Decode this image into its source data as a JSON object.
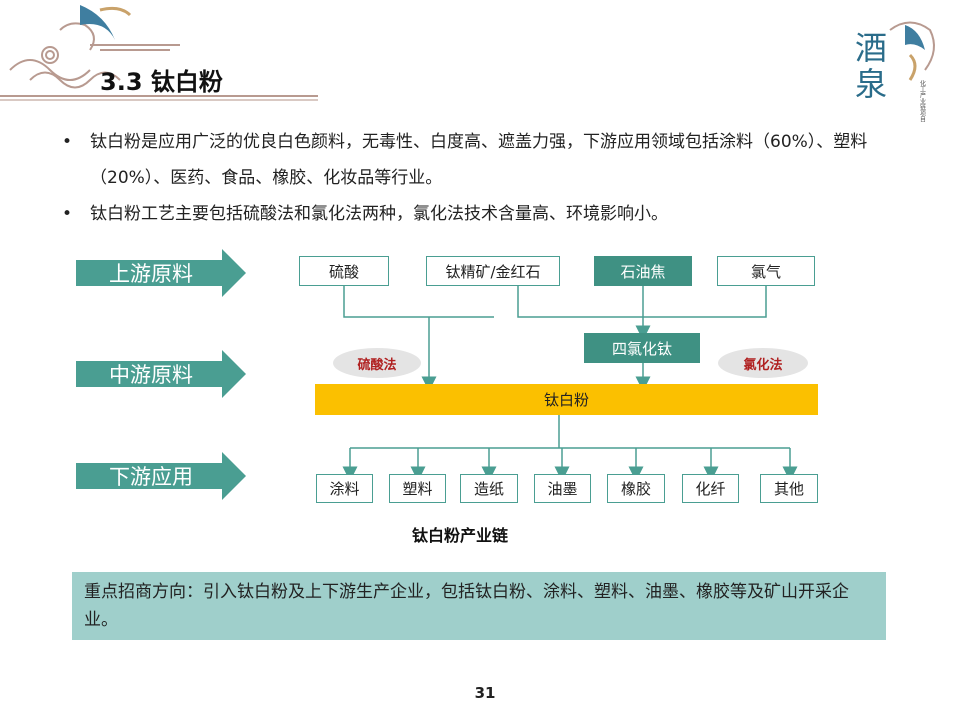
{
  "slide": {
    "title": "3.3 钛白粉",
    "bullets": [
      "钛白粉是应用广泛的优良白色颜料，无毒性、白度高、遮盖力强，下游应用领域包括涂料（60%）、塑料（20%）、医药、食品、橡胶、化妆品等行业。",
      "钛白粉工艺主要包括硫酸法和氯化法两种，氯化法技术含量高、环境影响小。"
    ],
    "bullet_marker": "•",
    "caption": "钛白粉产业链",
    "note": "重点招商方向：引入钛白粉及上下游生产企业，包括钛白粉、涂料、塑料、油墨、橡胶等及矿山开采企业。",
    "page_number": "31",
    "logo_text": "酒泉"
  },
  "diagram": {
    "stages": [
      "上游原料",
      "中游原料",
      "下游应用"
    ],
    "upstream": [
      "硫酸",
      "钛精矿/金红石",
      "石油焦",
      "氯气"
    ],
    "intermediate": "四氯化钛",
    "processes": {
      "sulfuric": "硫酸法",
      "chloride": "氯化法"
    },
    "product": "钛白粉",
    "downstream": [
      "涂料",
      "塑料",
      "造纸",
      "油墨",
      "橡胶",
      "化纤",
      "其他"
    ]
  },
  "colors": {
    "teal": "#4a9e92",
    "teal_dark": "#3f9183",
    "bar": "#fbc000",
    "note_bg": "#9fcfcb",
    "process_text": "#b02020"
  }
}
